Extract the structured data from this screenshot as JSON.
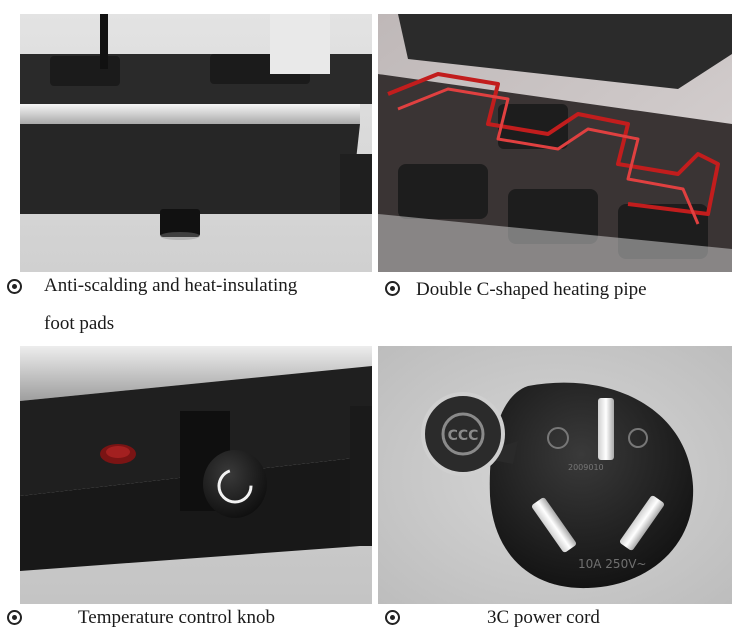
{
  "captions": {
    "foot_pads_line1": "Anti-scalding and heat-insulating",
    "foot_pads_line2": "foot pads",
    "heating_pipe": "Double C-shaped heating pipe",
    "knob": "Temperature control knob",
    "power_cord": "3C power cord"
  },
  "plug": {
    "rating": "10A 250V~",
    "code": "2009010",
    "mark": "CCC"
  },
  "colors": {
    "dark_body": "#1e1e1e",
    "heating_red": "#c21d1d",
    "bullet": "#222222"
  }
}
